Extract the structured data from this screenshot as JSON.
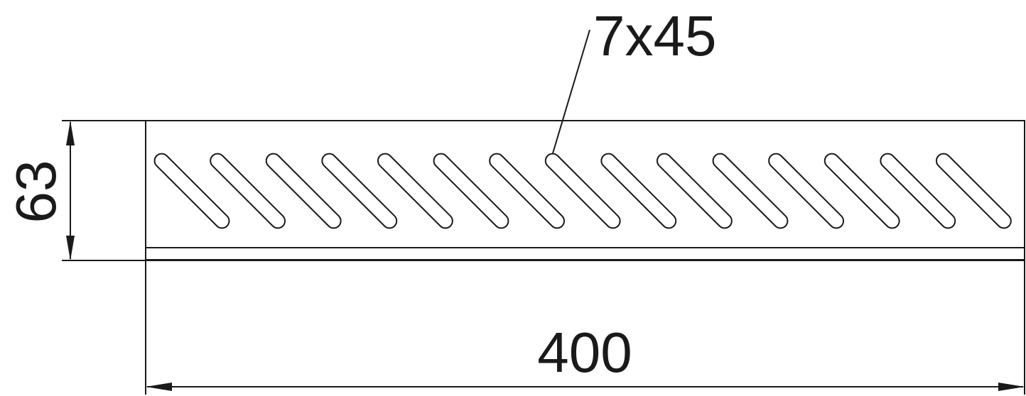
{
  "drawing": {
    "slot_callout": "7x45",
    "height_dimension": "63",
    "length_dimension": "400",
    "line_color": "#1a1a1a",
    "background_color": "#ffffff",
    "slot_count": 15
  }
}
